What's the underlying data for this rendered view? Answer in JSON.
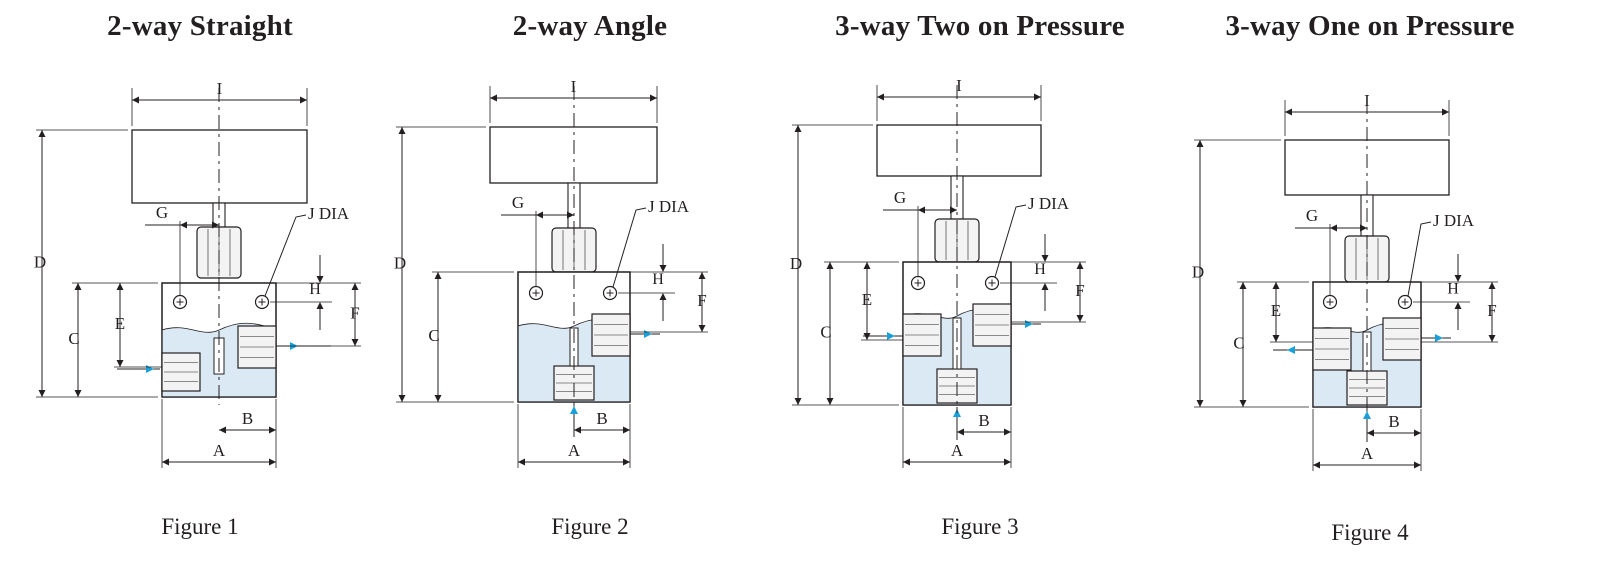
{
  "accent_flow_color": "#1aa0d8",
  "fluid_color": "#dbe9f5",
  "figures": [
    {
      "title": "2-way Straight",
      "caption": "Figure 1",
      "labels": {
        "A": "A",
        "B": "B",
        "C": "C",
        "D": "D",
        "E": "E",
        "F": "F",
        "G": "G",
        "H": "H",
        "I": "I",
        "J": "J DIA"
      }
    },
    {
      "title": "2-way Angle",
      "caption": "Figure 2",
      "labels": {
        "A": "A",
        "B": "B",
        "C": "C",
        "D": "D",
        "E": "",
        "F": "F",
        "G": "G",
        "H": "H",
        "I": "I",
        "J": "J DIA"
      }
    },
    {
      "title": "3-way Two on Pressure",
      "caption": "Figure 3",
      "labels": {
        "A": "A",
        "B": "B",
        "C": "C",
        "D": "D",
        "E": "E",
        "F": "F",
        "G": "G",
        "H": "H",
        "I": "I",
        "J": "J DIA"
      }
    },
    {
      "title": "3-way One on Pressure",
      "caption": "Figure 4",
      "labels": {
        "A": "A",
        "B": "B",
        "C": "C",
        "D": "D",
        "E": "E",
        "F": "F",
        "G": "G",
        "H": "H",
        "I": "I",
        "J": "J DIA"
      }
    }
  ]
}
